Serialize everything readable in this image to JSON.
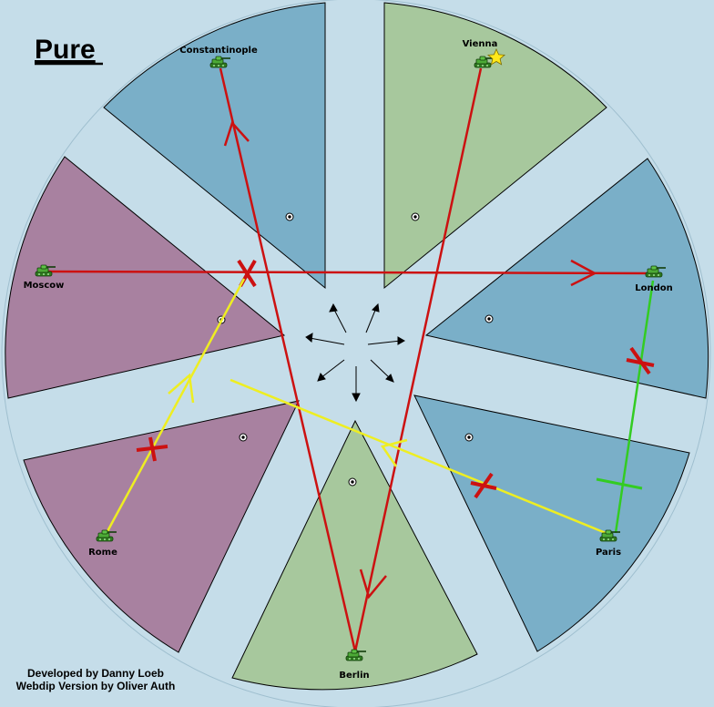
{
  "map": {
    "title": "Pure",
    "credits": [
      "Developed by Danny Loeb",
      "Webdip Version by Oliver Auth"
    ],
    "colors": {
      "background": "#c5dde9",
      "blue_territory": "#7aafc8",
      "green_territory": "#a7c89d",
      "purple_territory": "#a881a0",
      "move_order": "#cc1111",
      "support_order": "#eeee22",
      "hold_support": "#33cc22",
      "failed_mark": "#cc1111",
      "unit": "#3e9a2c"
    }
  },
  "territories": [
    {
      "name": "Constantinople",
      "owner": "blue"
    },
    {
      "name": "Vienna",
      "owner": "green",
      "supply_center_star": true
    },
    {
      "name": "London",
      "owner": "blue"
    },
    {
      "name": "Paris",
      "owner": "blue"
    },
    {
      "name": "Berlin",
      "owner": "green"
    },
    {
      "name": "Rome",
      "owner": "purple"
    },
    {
      "name": "Moscow",
      "owner": "purple"
    }
  ],
  "units": [
    {
      "territory": "Constantinople",
      "type": "army-icon"
    },
    {
      "territory": "Vienna",
      "type": "army-icon"
    },
    {
      "territory": "London",
      "type": "army-icon"
    },
    {
      "territory": "Paris",
      "type": "army-icon"
    },
    {
      "territory": "Berlin",
      "type": "army-icon"
    },
    {
      "territory": "Rome",
      "type": "army-icon"
    },
    {
      "territory": "Moscow",
      "type": "army-icon"
    }
  ],
  "orders": [
    {
      "unit": "Berlin",
      "kind": "move",
      "target": "Constantinople",
      "failed": false
    },
    {
      "unit": "Vienna",
      "kind": "move",
      "target": "Berlin",
      "failed": false
    },
    {
      "unit": "Moscow",
      "kind": "move",
      "target": "London",
      "failed": true
    },
    {
      "unit": "Rome",
      "kind": "support-move",
      "failed": true
    },
    {
      "unit": "Paris",
      "kind": "support-move",
      "failed": true
    },
    {
      "unit": "London",
      "kind": "support-hold",
      "target": "Paris",
      "failed": true
    }
  ]
}
